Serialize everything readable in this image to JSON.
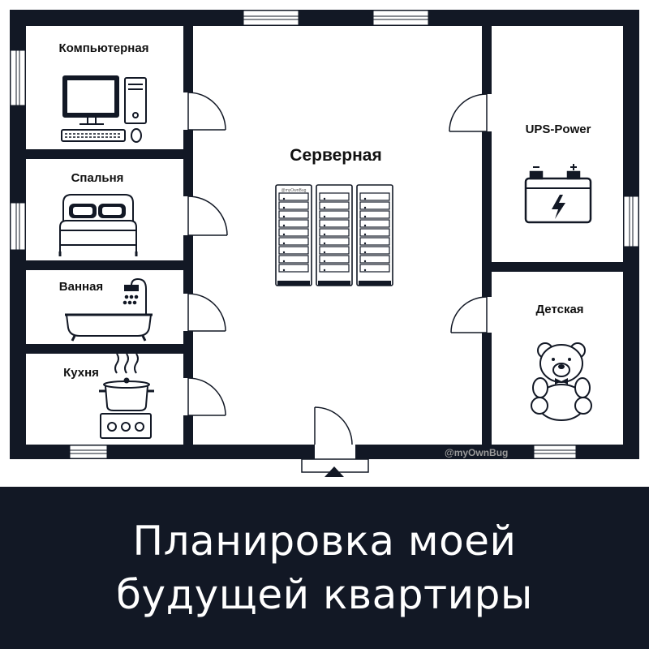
{
  "rooms": {
    "computer": "Компьютерная",
    "bedroom": "Спальня",
    "bathroom": "Ванная",
    "kitchen": "Кухня",
    "server": "Серверная",
    "ups": "UPS-Power",
    "kids": "Детская"
  },
  "rack_label": "@myOwnBug",
  "watermark": "@myOwnBug",
  "banner": {
    "line1": "Планировка моей",
    "line2": "будущей квартиры"
  },
  "colors": {
    "wall": "#121825",
    "banner_bg": "#121825",
    "banner_text": "#ffffff",
    "watermark": "#9a9a9a"
  },
  "icons": {
    "computer": "desktop-computer-icon",
    "bedroom": "double-bed-icon",
    "bathroom": "bathtub-shower-icon",
    "kitchen": "stove-pot-icon",
    "server": "server-rack-icon",
    "ups": "battery-icon",
    "kids": "teddy-bear-icon"
  }
}
